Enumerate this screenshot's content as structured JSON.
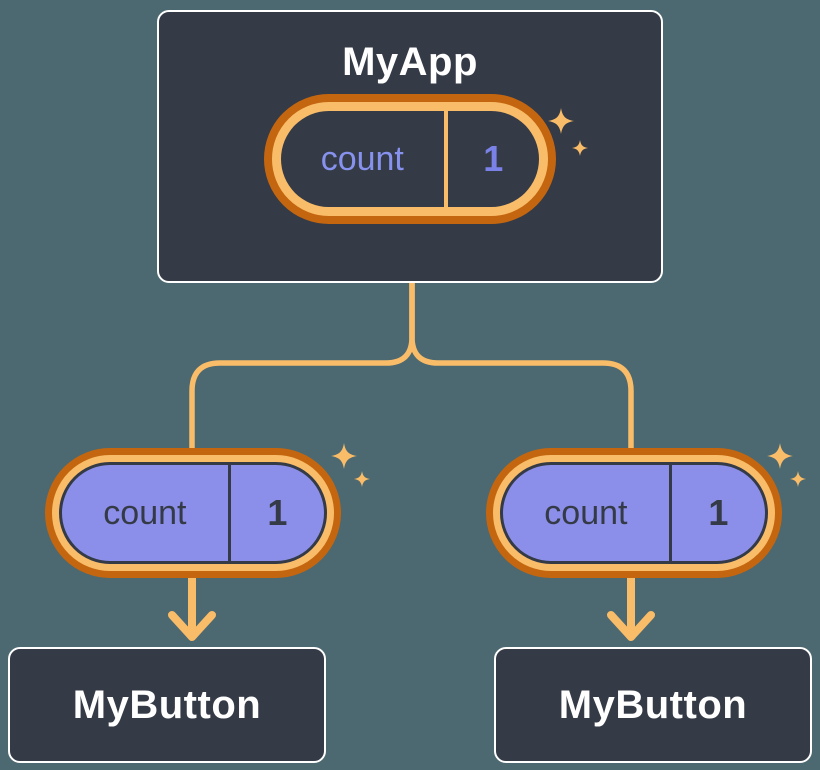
{
  "diagram": {
    "background_color": "#4c6870",
    "accent_light": "#f9bc68",
    "accent_dark": "#c4660f",
    "node_fill": "#343a46",
    "node_border_color": "#ffffff",
    "prop_pill_fill": "#8b8fe9",
    "state_name_color": "#8792ee",
    "state_value_color": "#7a82e8",
    "root": {
      "title": "MyApp",
      "state": {
        "name": "count",
        "value": "1"
      }
    },
    "children": [
      {
        "title": "MyButton",
        "prop": {
          "name": "count",
          "value": "1"
        }
      },
      {
        "title": "MyButton",
        "prop": {
          "name": "count",
          "value": "1"
        }
      }
    ]
  }
}
